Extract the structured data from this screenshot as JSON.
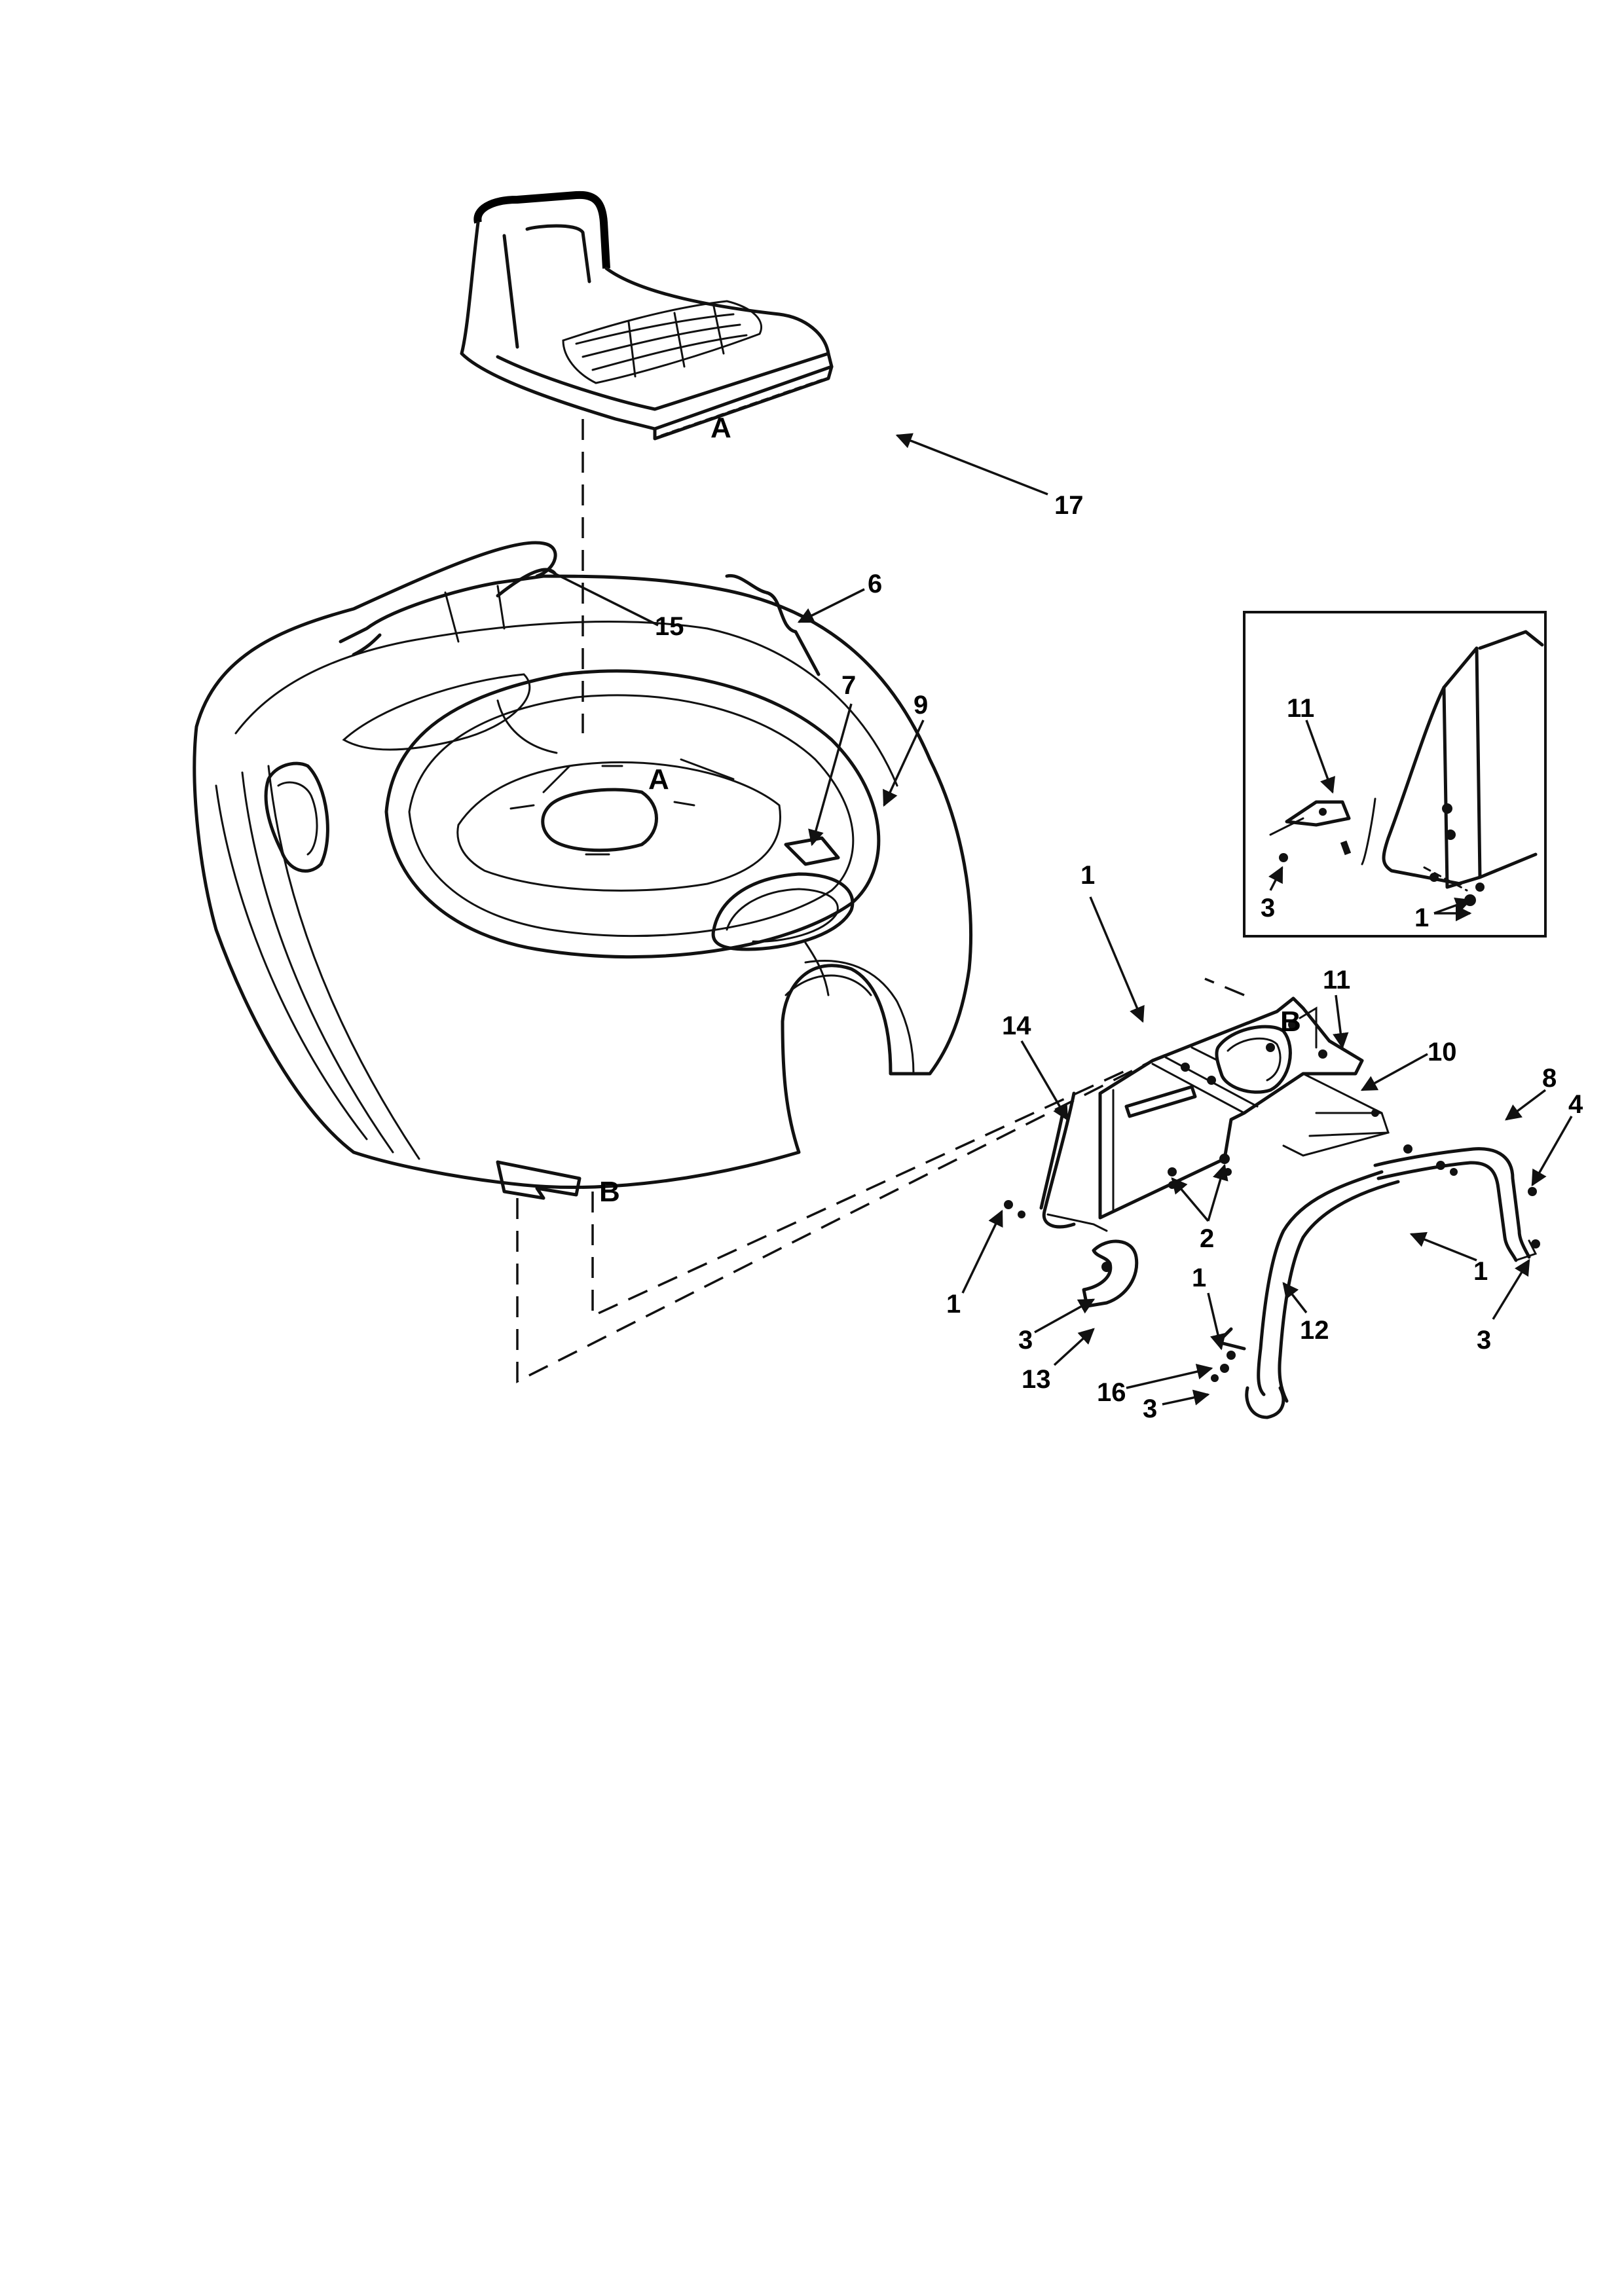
{
  "labels": {
    "n1_top": "1",
    "n1_left": "1",
    "n1_right": "1",
    "n1_bottom": "1",
    "n1_inset": "1",
    "n2": "2",
    "n3_left": "3",
    "n3_right": "3",
    "n3_bottom": "3",
    "n3_inset": "3",
    "n4": "4",
    "n6": "6",
    "n7": "7",
    "n8": "8",
    "n9": "9",
    "n10": "10",
    "n11": "11",
    "n11_inset": "11",
    "n12": "12",
    "n13": "13",
    "n14": "14",
    "n15": "15",
    "n16": "16",
    "n17": "17"
  },
  "refs": {
    "a_seat": "A",
    "a_fender": "A",
    "b_fender": "B",
    "b_bracket": "B"
  },
  "colors": {
    "ink": "#111111",
    "paper": "#ffffff"
  }
}
